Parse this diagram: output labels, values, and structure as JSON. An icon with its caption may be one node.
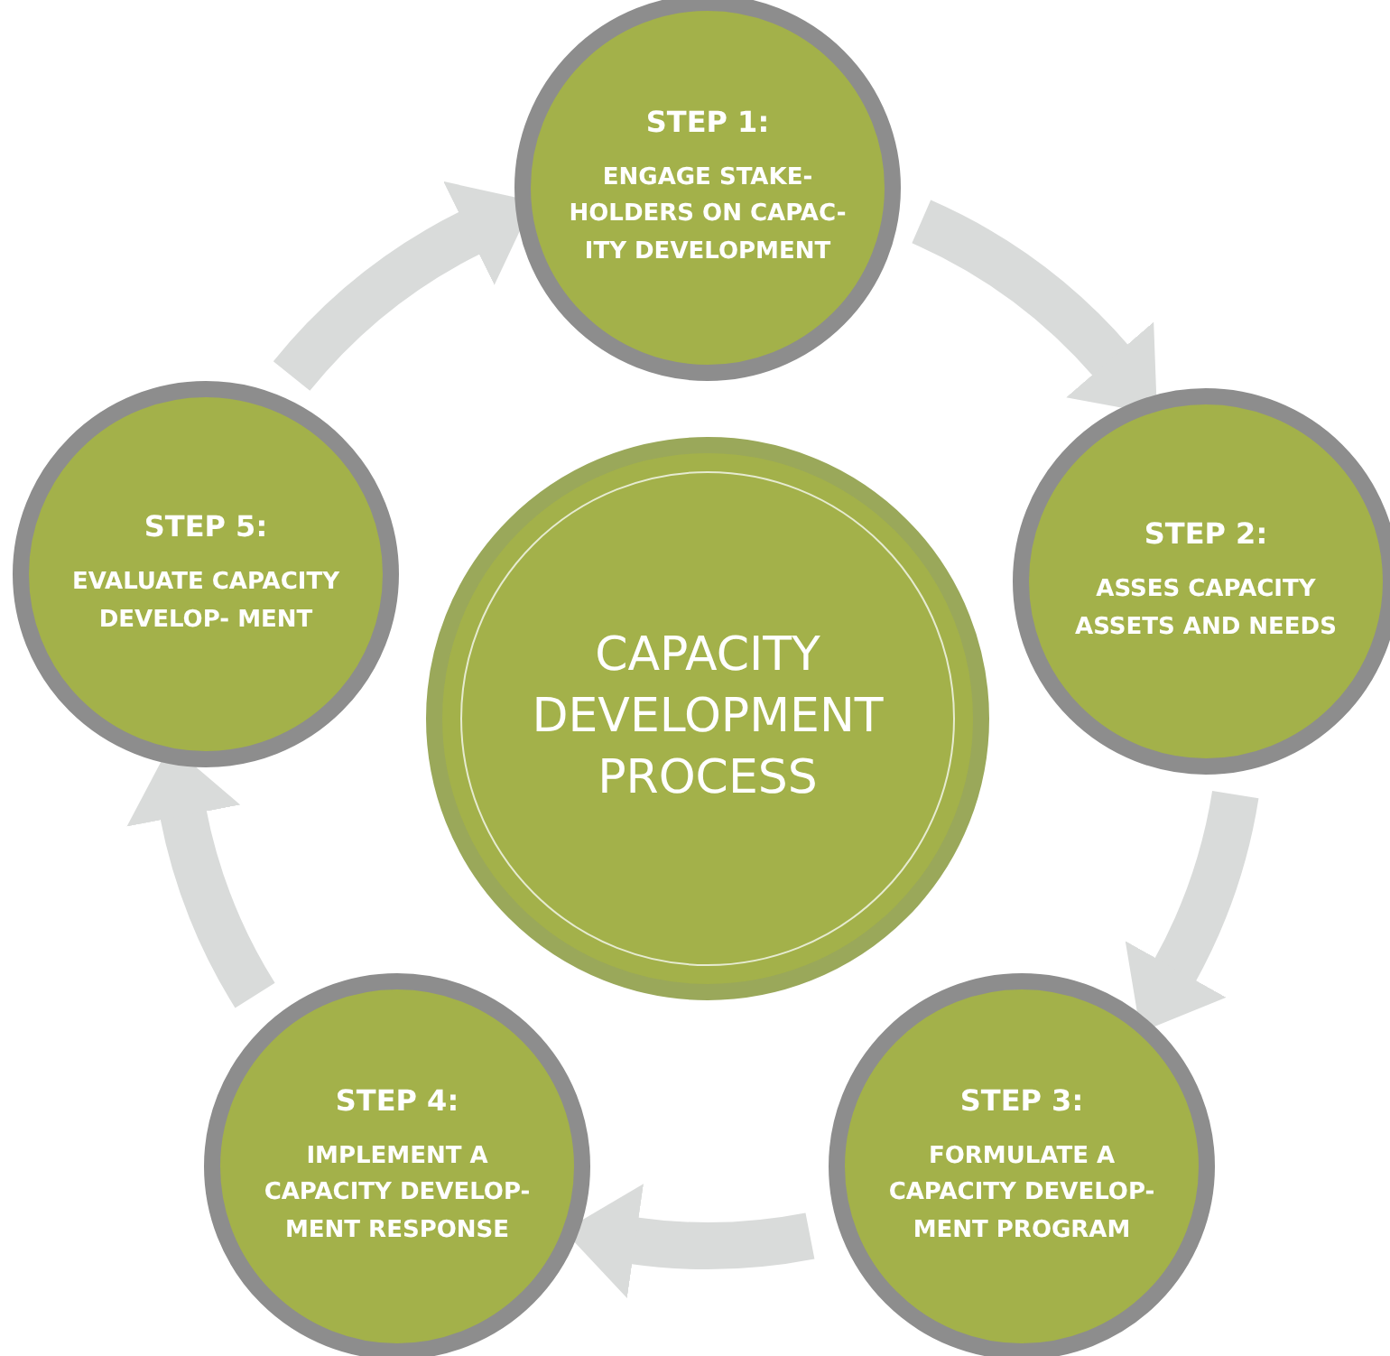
{
  "diagram": {
    "nodes": [
      {
        "text": [
          "STEP 1:",
          "ENGAGE STAKE- HOLDERS ON CAPAC- ITY DEVELOPMENT"
        ]
      },
      {
        "text": [
          "STEP 2:",
          "ASSES CAPACITY ASSETS AND NEEDS"
        ]
      },
      {
        "text": [
          "STEP 3:",
          "FORMULATE A CAPACITY DEVELOP- MENT PROGRAM"
        ]
      },
      {
        "text": [
          "STEP 4:",
          "IMPLEMENT A CAPACITY DEVELOP- MENT RESPONSE"
        ]
      },
      {
        "text": [
          "STEP 5:",
          "EVALUATE CAPACITY DEVELOP- MENT"
        ]
      },
      {
        "text": [
          "CAPACITY DEVELOPMENT PROCESS"
        ]
      }
    ],
    "edges": [
      {
        "from": 0,
        "to": 1,
        "arrow": "to"
      },
      {
        "from": 1,
        "to": 2,
        "arrow": "to"
      },
      {
        "from": 2,
        "to": 3,
        "arrow": "to"
      },
      {
        "from": 3,
        "to": 4,
        "arrow": "to"
      },
      {
        "from": 4,
        "to": 0,
        "arrow": "to"
      }
    ]
  }
}
